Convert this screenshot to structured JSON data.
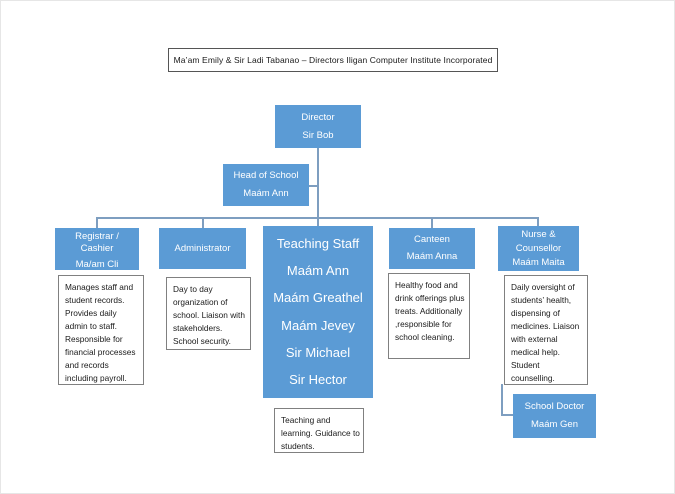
{
  "colors": {
    "node_fill": "#5B9BD5",
    "node_text": "#FFFFFF",
    "connector": "#7E9EC0",
    "desc_border": "#808080"
  },
  "banner": {
    "text": "Ma’am Emily & Sir Ladi Tabanao – Directors Iligan Computer Institute Incorporated"
  },
  "nodes": {
    "director": {
      "lines": [
        "Director",
        "Sir Bob"
      ]
    },
    "head": {
      "lines": [
        "Head of School",
        "Maám Ann"
      ]
    },
    "registrar": {
      "lines": [
        "Registrar /",
        "Cashier",
        "Ma/am  Cli"
      ],
      "desc": "Manages staff and student records. Provides daily admin to staff. Responsible for financial processes and records including payroll."
    },
    "administrator": {
      "lines": [
        "Administrator"
      ],
      "desc": "Day to day organization of school. Liaison with stakeholders. School security."
    },
    "teaching": {
      "lines": [
        "Teaching Staff",
        "Maám Ann",
        "Maám Greathel",
        "Maám Jevey",
        "Sir Michael",
        "Sir Hector"
      ],
      "desc": "Teaching and learning. Guidance to students."
    },
    "canteen": {
      "lines": [
        "Canteen",
        "Maám Anna"
      ],
      "desc": "Healthy food and drink offerings plus treats. Additionally ,responsible for school cleaning."
    },
    "nurse": {
      "lines": [
        "Nurse &",
        "Counsellor",
        "Maám Maita"
      ],
      "desc": "Daily oversight of students’ health, dispensing of medicines. Liaison with external medical help. Student counselling."
    },
    "doctor": {
      "lines": [
        "School Doctor",
        "Maám Gen"
      ]
    }
  }
}
